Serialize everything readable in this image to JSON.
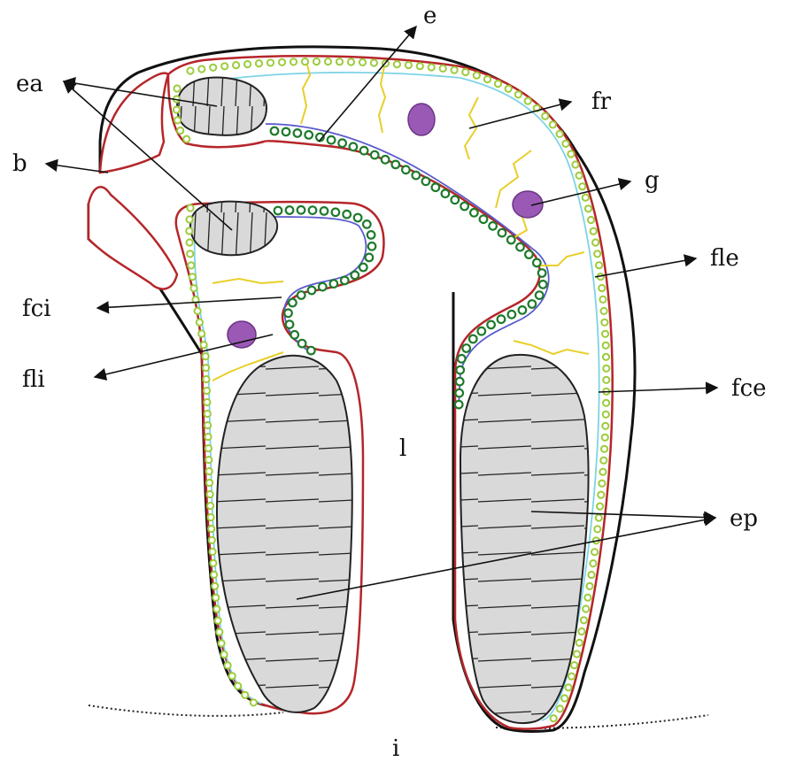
{
  "labels": {
    "e": "e",
    "ea": "ea",
    "fr": "fr",
    "b": "b",
    "g": "g",
    "fle": "fle",
    "fci": "fci",
    "fli": "fli",
    "fce": "fce",
    "l": "l",
    "ep": "ep",
    "i": "i"
  },
  "colors": {
    "outline": "#111111",
    "epidermis_line": "#b5262a",
    "inner_line": "#5a5acd",
    "outer_cyan": "#7fd3e6",
    "fiber": "#e8cf2a",
    "cell_dark_green": "#1d7a2a",
    "cell_light_green": "#9ccc3c",
    "nucleus": "#9b59b6",
    "hatch_fill": "#d9d9d9"
  },
  "icons": {
    "arrow": "arrowhead"
  }
}
